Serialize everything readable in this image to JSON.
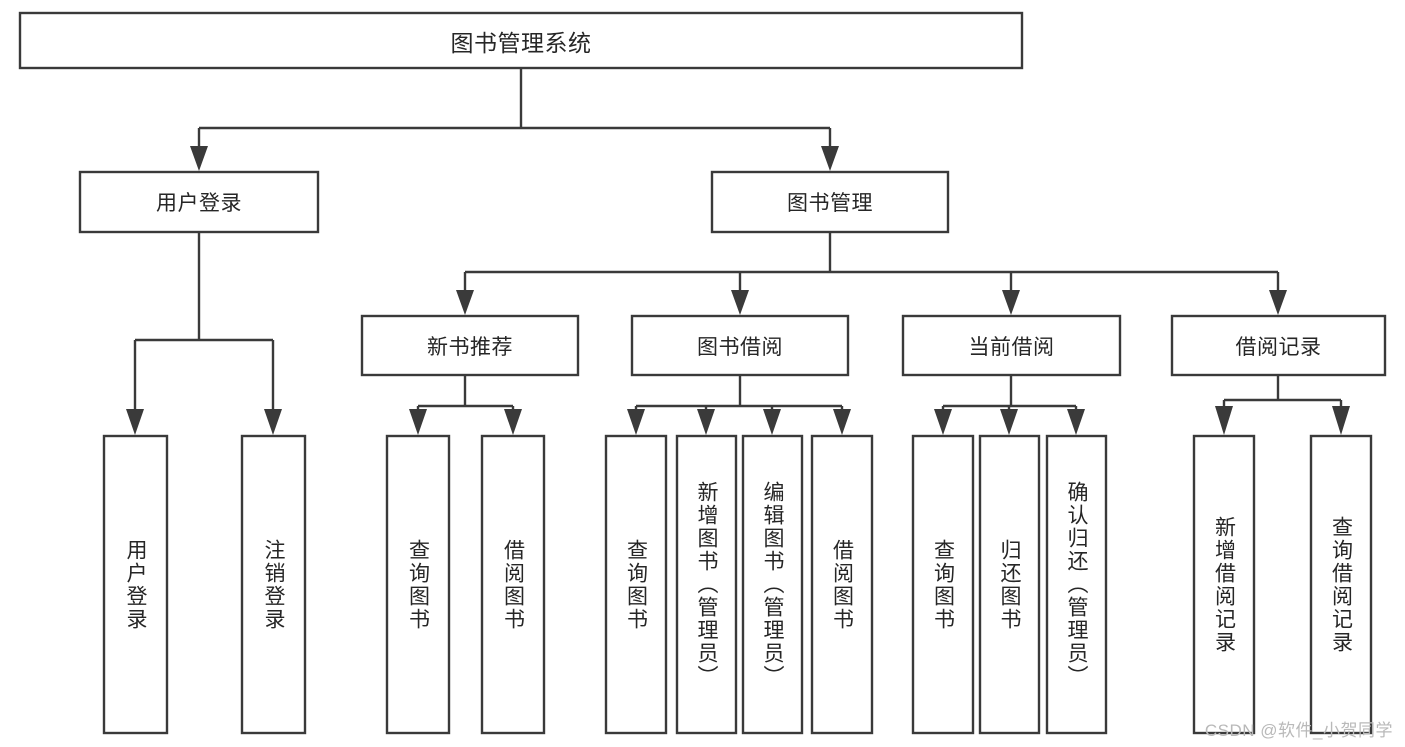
{
  "diagram": {
    "type": "hierarchy-tree",
    "title": "图书管理系统",
    "root": {
      "id": "root",
      "label": "图书管理系统"
    },
    "level2": [
      {
        "id": "user-login",
        "label": "用户登录"
      },
      {
        "id": "book-management",
        "label": "图书管理"
      }
    ],
    "level3": [
      {
        "id": "new-book-recommend",
        "label": "新书推荐",
        "parent": "book-management"
      },
      {
        "id": "book-borrow",
        "label": "图书借阅",
        "parent": "book-management"
      },
      {
        "id": "current-borrow",
        "label": "当前借阅",
        "parent": "book-management"
      },
      {
        "id": "borrow-record",
        "label": "借阅记录",
        "parent": "book-management"
      }
    ],
    "leaves": [
      {
        "id": "leaf-user-login",
        "label": "用户登录",
        "parent": "user-login"
      },
      {
        "id": "leaf-logout-login",
        "label": "注销登录",
        "parent": "user-login"
      },
      {
        "id": "leaf-query-book-1",
        "label": "查询图书",
        "parent": "new-book-recommend"
      },
      {
        "id": "leaf-borrow-book-1",
        "label": "借阅图书",
        "parent": "new-book-recommend"
      },
      {
        "id": "leaf-query-book-2",
        "label": "查询图书",
        "parent": "book-borrow"
      },
      {
        "id": "leaf-add-book",
        "label": "新增图书（管理员）",
        "parent": "book-borrow"
      },
      {
        "id": "leaf-edit-book",
        "label": "编辑图书（管理员）",
        "parent": "book-borrow"
      },
      {
        "id": "leaf-borrow-book-2",
        "label": "借阅图书",
        "parent": "book-borrow"
      },
      {
        "id": "leaf-query-book-3",
        "label": "查询图书",
        "parent": "current-borrow"
      },
      {
        "id": "leaf-return-book",
        "label": "归还图书",
        "parent": "current-borrow"
      },
      {
        "id": "leaf-confirm-return",
        "label": "确认归还（管理员）",
        "parent": "current-borrow"
      },
      {
        "id": "leaf-add-record",
        "label": "新增借阅记录",
        "parent": "borrow-record"
      },
      {
        "id": "leaf-query-record",
        "label": "查询借阅记录",
        "parent": "borrow-record"
      }
    ],
    "colors": {
      "stroke": "#3a3a3a",
      "fill": "#ffffff",
      "text": "#262626",
      "background": "#ffffff",
      "watermark": "#b9b9b9"
    }
  },
  "watermark": {
    "text": "CSDN @软件_小贺同学"
  }
}
